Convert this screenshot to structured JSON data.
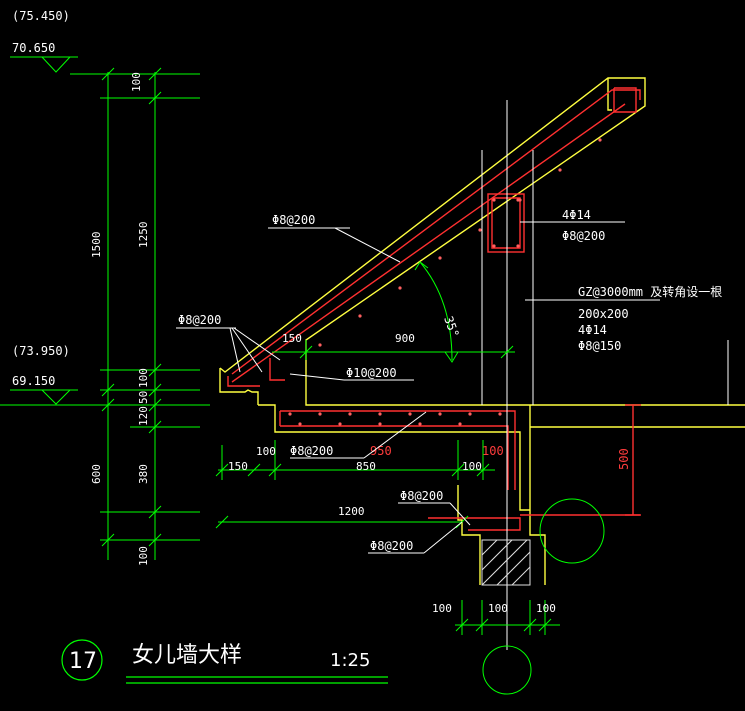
{
  "elevations": {
    "top_paren": "(75.450)",
    "top_value": "70.650",
    "mid_paren": "(73.950)",
    "mid_value": "69.150"
  },
  "dims_vertical_left": {
    "d100_top": "100",
    "d1500": "1500",
    "d1250": "1250",
    "d100_mid": "100",
    "d50": "50",
    "d120": "120",
    "d600": "600",
    "d380": "380",
    "d100_bot": "100"
  },
  "dims_horizontal": {
    "d150_top": "150",
    "d900": "900",
    "d150_left": "150",
    "d100_a": "100",
    "d850": "850",
    "d100_b": "100",
    "d1200": "1200",
    "d100_c": "100",
    "d100_d": "100",
    "d100_e": "100",
    "d500": "500",
    "d950_red": "950"
  },
  "rebar_labels": {
    "slope_stirrup": "Φ8@200",
    "left_stirrup": "Φ8@200",
    "dist_bar": "Φ10@200",
    "slab_stirrup": "Φ8@200",
    "right_stirrup": "Φ8@200",
    "bottom_stirrup": "Φ8@200",
    "col_main": "4Φ14",
    "col_stirrup": "Φ8@200",
    "gz_title": "GZ@3000mm 及转角设一根",
    "gz_size": "200x200",
    "gz_main": "4Φ14",
    "gz_stirrup": "Φ8@150",
    "angle": "35°"
  },
  "title_block": {
    "number": "17",
    "title": "女儿墙大样",
    "scale": "1:25"
  },
  "colors": {
    "background": "#000000",
    "dimension_green": "#00ff00",
    "concrete_yellow": "#ffff40",
    "rebar_red": "#ff3030",
    "text_white": "#ffffff",
    "hatch_white": "#e0e0e0"
  }
}
